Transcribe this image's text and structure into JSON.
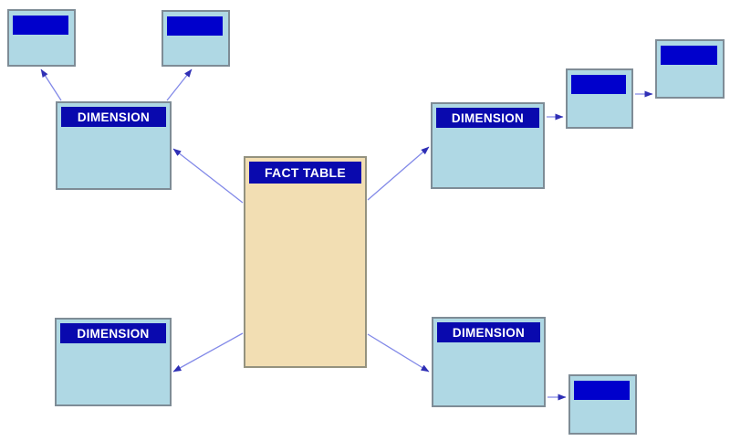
{
  "diagram": {
    "type": "star-schema",
    "fact_table": {
      "label": "FACT TABLE"
    },
    "dimensions": {
      "top_left": {
        "label": "DIMENSION"
      },
      "top_right": {
        "label": "DIMENSION"
      },
      "bottom_left": {
        "label": "DIMENSION"
      },
      "bottom_right": {
        "label": "DIMENSION"
      }
    },
    "sub_dimensions": {
      "top_left_outer_1": {
        "label": ""
      },
      "top_left_outer_2": {
        "label": ""
      },
      "right_middle": {
        "label": ""
      },
      "right_far": {
        "label": ""
      },
      "bottom_right_outer": {
        "label": ""
      }
    }
  },
  "colors": {
    "background": "#ffffff",
    "header_blue": "#0909ae",
    "subheader_blue": "#0000cc",
    "header_text": "#ffffff",
    "body_light_blue": "#afd8e4",
    "box_border": "#7e8c96",
    "fact_fill": "#f2deb3",
    "fact_border": "#94927f",
    "arrow_line": "#8289e8",
    "arrow_head": "#2f2fb5"
  }
}
